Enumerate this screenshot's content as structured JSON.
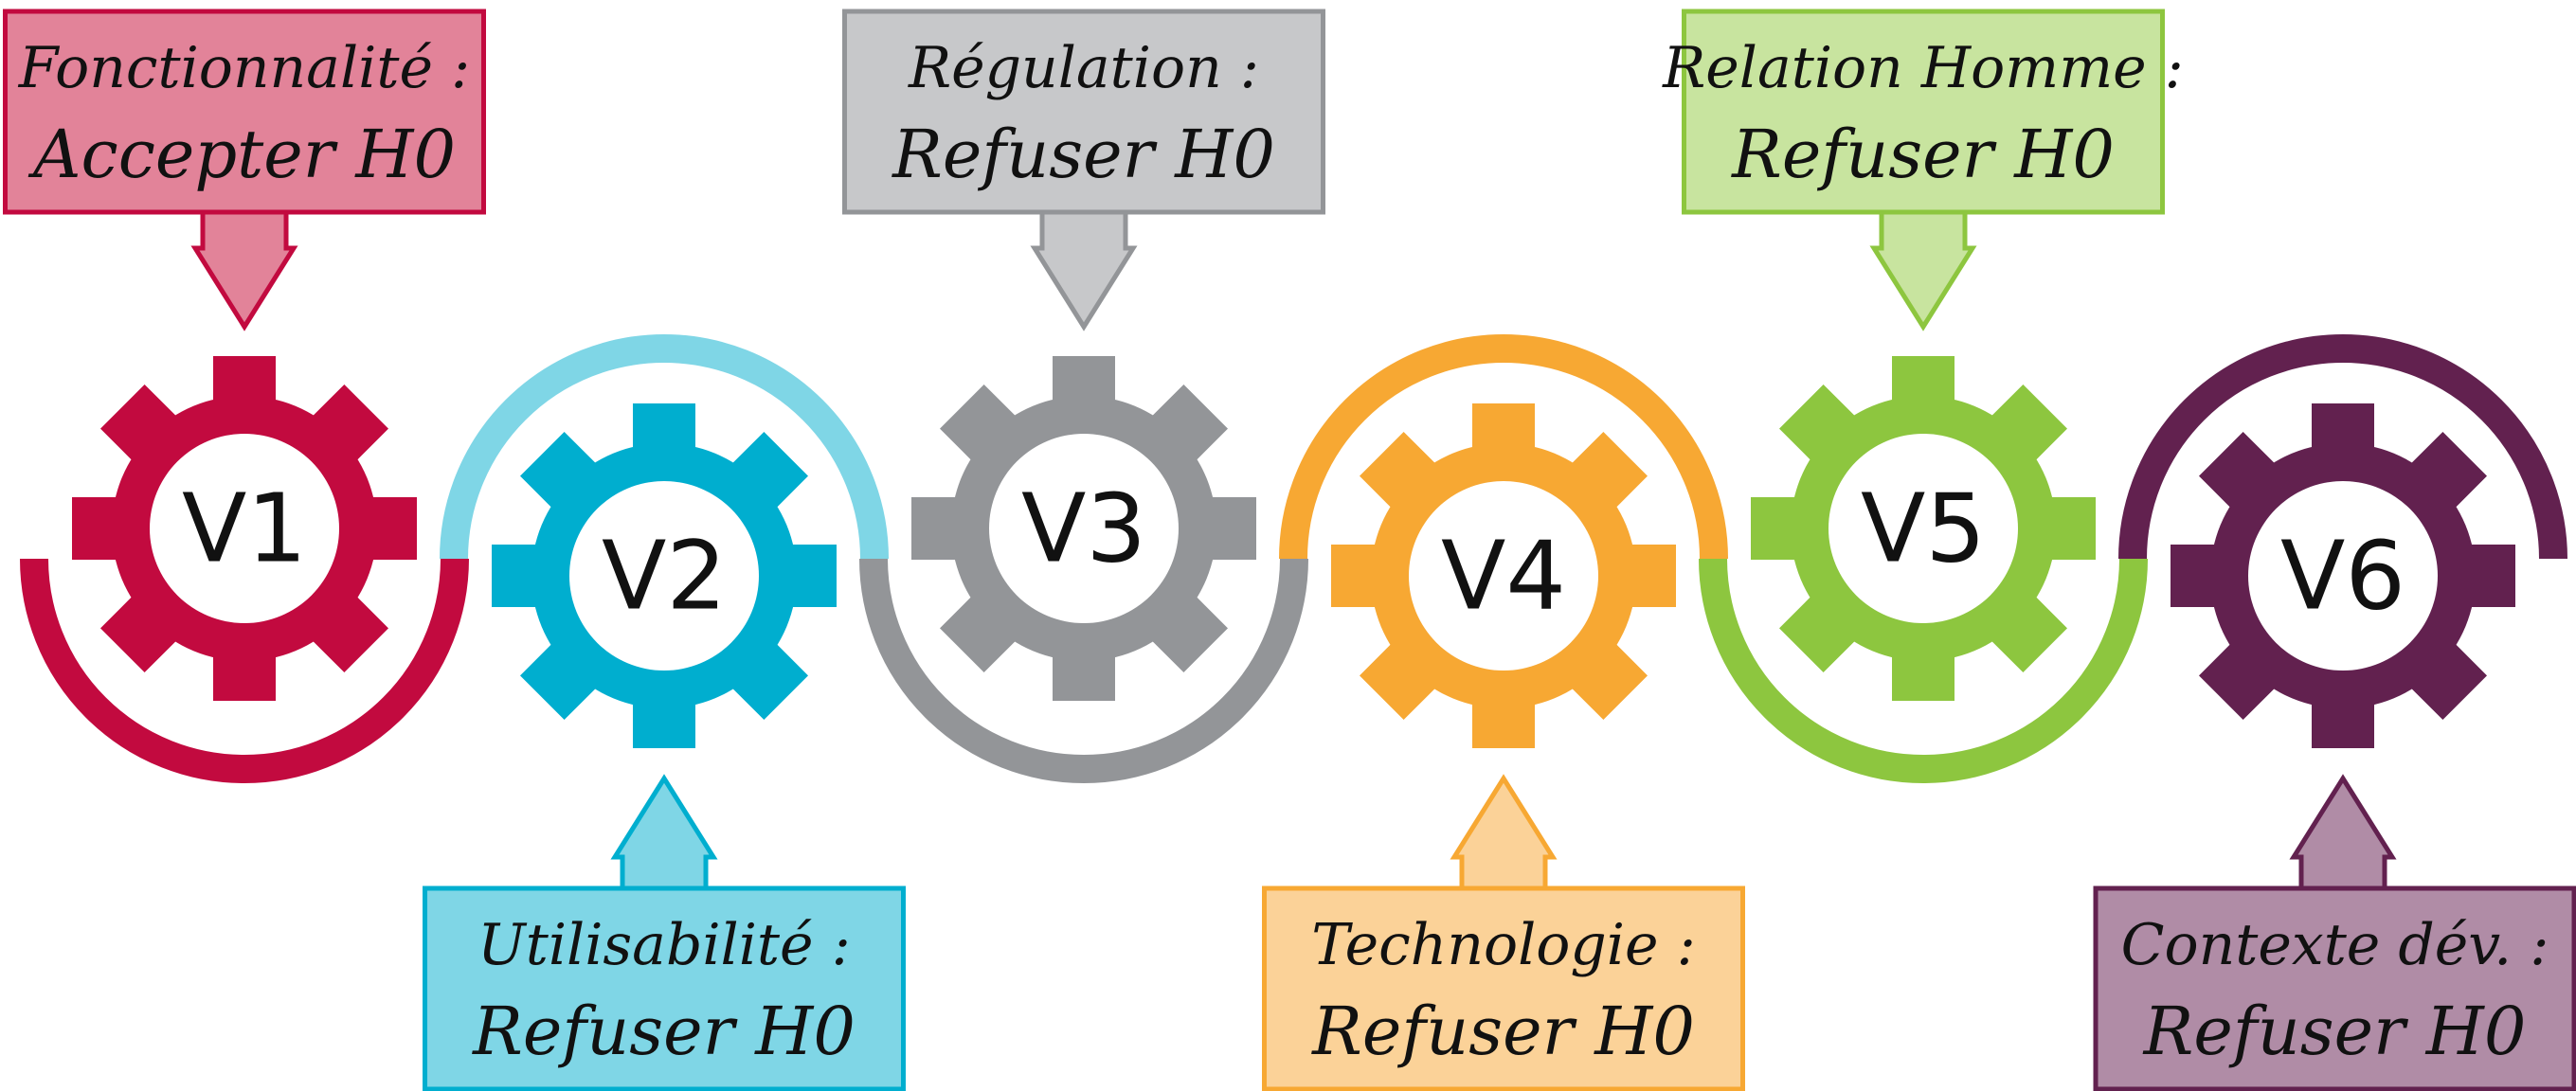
{
  "steps": [
    {
      "id": "V1",
      "title": "Fonctionnalité :",
      "value": "Accepter H0",
      "color": "#C20A3F",
      "light": "#E28399",
      "arc": "#C20A3F",
      "position": "top"
    },
    {
      "id": "V2",
      "title": "Utilisabilité :",
      "value": "Refuser H0",
      "color": "#00AECF",
      "light": "#7FD6E6",
      "arc": "#7FD6E6",
      "position": "bottom"
    },
    {
      "id": "V3",
      "title": "Régulation :",
      "value": "Refuser H0",
      "color": "#939598",
      "light": "#C7C8CA",
      "arc": "#939598",
      "position": "top"
    },
    {
      "id": "V4",
      "title": "Technologie :",
      "value": "Refuser H0",
      "color": "#F7A833",
      "light": "#FBD298",
      "arc": "#F7A833",
      "position": "bottom"
    },
    {
      "id": "V5",
      "title": "Relation Homme :",
      "value": "Refuser H0",
      "color": "#8DC63F",
      "light": "#C8E49F",
      "arc": "#8DC63F",
      "position": "top"
    },
    {
      "id": "V6",
      "title": "Contexte dév. :",
      "value": "Refuser H0",
      "color": "#62214F",
      "light": "#B08CA6",
      "arc": "#62214F",
      "position": "bottom"
    }
  ]
}
